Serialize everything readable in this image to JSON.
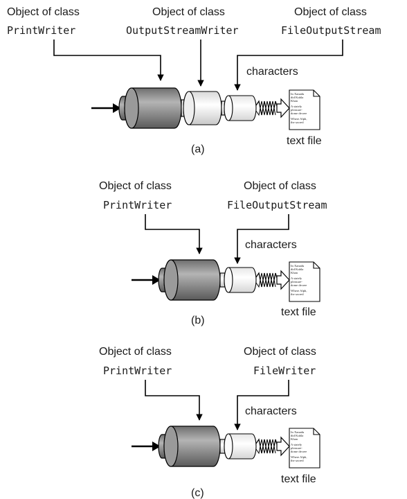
{
  "figure_a": {
    "label_left_line1": "Object of class",
    "label_left_line2": "PrintWriter",
    "label_mid_line1": "Object of class",
    "label_mid_line2": "OutputStreamWriter",
    "label_right_line1": "Object of class",
    "label_right_line2": "FileOutputStream",
    "characters_label": "characters",
    "file_label": "text file",
    "caption": "(a)"
  },
  "figure_b": {
    "label_left_line1": "Object of class",
    "label_left_line2": "PrintWriter",
    "label_right_line1": "Object of class",
    "label_right_line2": "FileOutputStream",
    "characters_label": "characters",
    "file_label": "text file",
    "caption": "(b)"
  },
  "figure_c": {
    "label_left_line1": "Object of class",
    "label_left_line2": "PrintWriter",
    "label_right_line1": "Object of class",
    "label_right_line2": "FileWriter",
    "characters_label": "characters",
    "file_label": "text file",
    "caption": "(c)"
  },
  "document_text": {
    "line1": "In Xanadu",
    "line2": "did Kubla",
    "line3": "Khan",
    "line4": "A stately",
    "line5": "pleasure-",
    "line6": "dome decree",
    "line7": "Where Alph,",
    "line8": "the sacred"
  },
  "colors": {
    "dark_cylinder": "#8f8f8f",
    "light_cylinder": "#f2f2f2",
    "outline": "#000000"
  }
}
